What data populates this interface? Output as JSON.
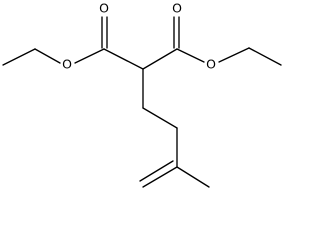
{
  "molecule": {
    "atoms": [
      {
        "id": "O1",
        "label": "O"
      },
      {
        "id": "O2",
        "label": "O"
      },
      {
        "id": "O3",
        "label": "O"
      },
      {
        "id": "O4",
        "label": "O"
      }
    ]
  }
}
